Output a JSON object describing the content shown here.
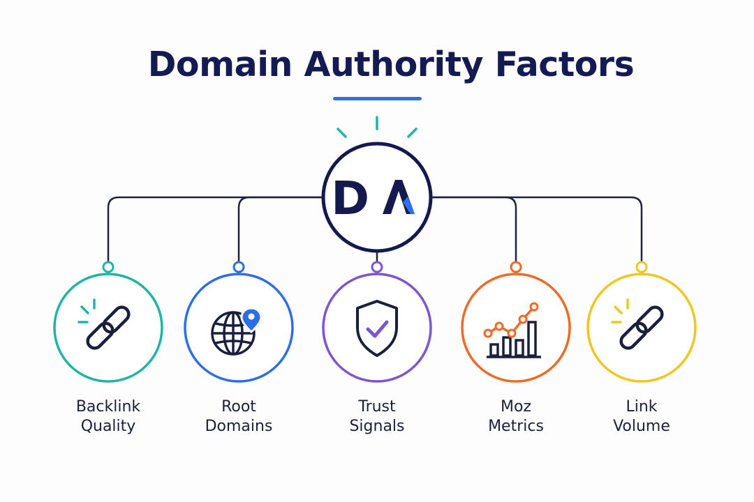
{
  "title": "Domain Authority Factors",
  "center": {
    "logo_text_left": "D",
    "logo_text_right": "A",
    "logo_color": "#151a4e",
    "accent_color": "#2f6fed"
  },
  "colors": {
    "title": "#141a52",
    "underline": "#2f6fed",
    "connector": "#1e2240",
    "label": "#1a1f3d"
  },
  "factors": [
    {
      "line1": "Backlink",
      "line2": "Quality",
      "icon": "chain-link-icon",
      "color": "#1fb5a6"
    },
    {
      "line1": "Root",
      "line2": "Domains",
      "icon": "globe-pin-icon",
      "color": "#2b6ee8"
    },
    {
      "line1": "Trust",
      "line2": "Signals",
      "icon": "shield-check-icon",
      "color": "#7b55d6"
    },
    {
      "line1": "Moz",
      "line2": "Metrics",
      "icon": "bar-chart-icon",
      "color": "#f06a26"
    },
    {
      "line1": "Link",
      "line2": "Volume",
      "icon": "chain-link-icon",
      "color": "#f2c61f"
    }
  ]
}
